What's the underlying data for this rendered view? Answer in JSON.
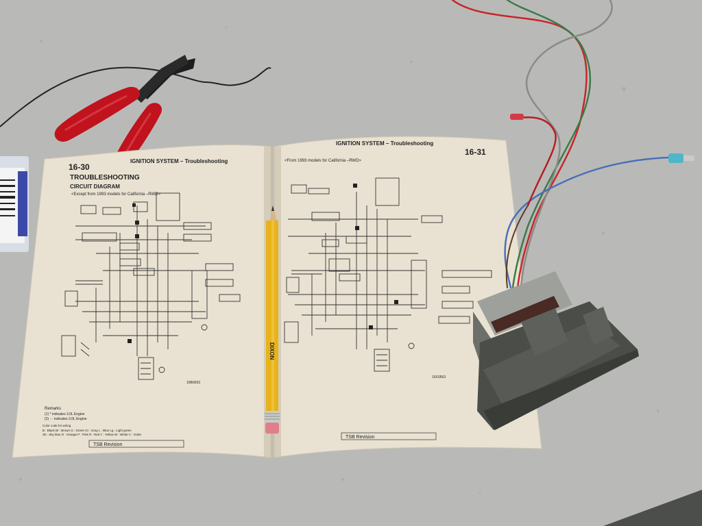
{
  "colors": {
    "table": "#b9bab7",
    "paper": "#e9e2d2",
    "ink": "#222222",
    "plier_handle": "#c0131d",
    "pencil": "#e8b21a",
    "module": "#4a4d48",
    "wire_red": "#c8262a",
    "wire_green": "#3d7a4a",
    "wire_blue": "#4b6fb8",
    "wire_gray": "#8a8a86"
  },
  "left_page": {
    "page_number": "16-30",
    "running_head": "IGNITION SYSTEM – Troubleshooting",
    "section_title": "TROUBLESHOOTING",
    "diagram_title": "CIRCUIT DIAGRAM",
    "diagram_subtitle": "<Except from 1993 models for California –RWD>",
    "figure_code": "16B0003",
    "remarks": "Remarks",
    "remark_1": "(1) * indicates 3.0L Engine",
    "remark_2": "(2) ··· indicates 3.0L Engine",
    "color_code": "Color code for wiring",
    "colors_row1": "B : Black   Br : Brown   G : Green   Gr : Gray   L : Blue   Lg : Light green",
    "colors_row2": "Sb : Sky blue   O : Orange   P : Pink   R : Red   Y : Yellow   W : White   V : Violet",
    "tsb": "TSB Revision"
  },
  "right_page": {
    "page_number": "16-31",
    "running_head": "IGNITION SYSTEM – Troubleshooting",
    "diagram_subtitle": "<From 1993 models for California –RWD>",
    "figure_code": "16X0563",
    "tsb": "TSB Revision"
  },
  "pencil": {
    "brand": "DIXON"
  }
}
